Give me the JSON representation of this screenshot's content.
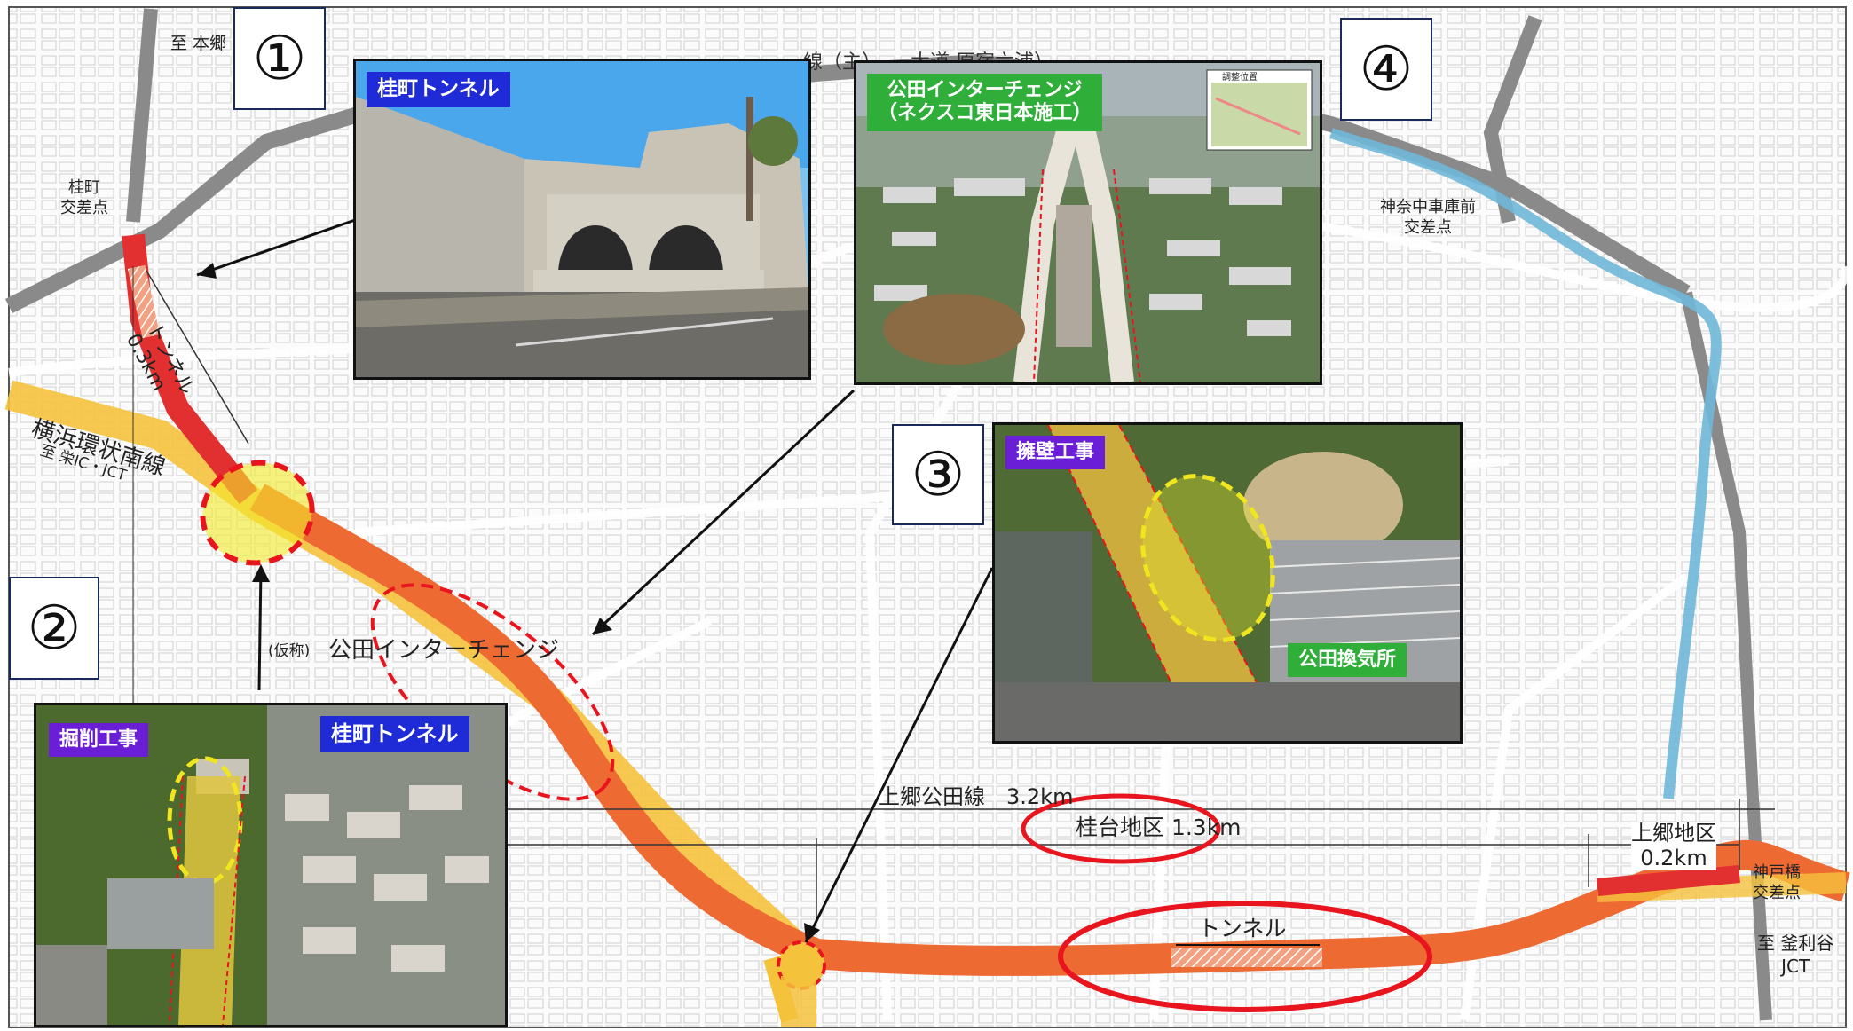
{
  "map": {
    "labels": {
      "honmoku": "至 本郷",
      "katsuramachi_crossing": "桂町\n交差点",
      "top_road": "線（主）　　大道 原宿六浦）",
      "kanagawa_depot": "神奈中車庫前\n交差点",
      "yokohama_ring": "横浜環状南線",
      "to_sakae": "至 栄IC・JCT",
      "tunnel_03": "トンネル\n0.3km",
      "kuden_ic": "公田インターチェンジ",
      "kuden_ic_prefix": "(仮称)",
      "kamigo_kuden_line": "上郷公田線　3.2km",
      "katsuradai": "桂台地区 1.3km",
      "kamigo_area": "上郷地区\n0.2km",
      "kobe_bridge": "神戸橋\n交差点",
      "to_kamariya": "至 釜利谷\nJCT",
      "tunnel_bottom": "トンネル"
    },
    "section_numbers": [
      "①",
      "②",
      "③",
      "④"
    ]
  },
  "photos": {
    "p1": {
      "caption": "桂町トンネル"
    },
    "p2": {
      "caption": "掘削工事",
      "sub_caption": "桂町トンネル"
    },
    "p3": {
      "caption": "擁壁工事",
      "sub_caption": "公田換気所"
    },
    "p4": {
      "caption": "公田インターチェンジ\n（ネクスコ東日本施工）",
      "inset": "調整位置"
    }
  },
  "colors": {
    "route_orange": "#ee6a33",
    "route_yellow": "#f5c23c",
    "route_red": "#e23030",
    "highlight_red": "#e8141e",
    "highlight_yellow": "#f0e620",
    "river_blue": "#6fb7d9",
    "tag_blue": "#1f2bd6",
    "tag_purple": "#6a1fd6",
    "tag_green": "#2fae3a"
  }
}
